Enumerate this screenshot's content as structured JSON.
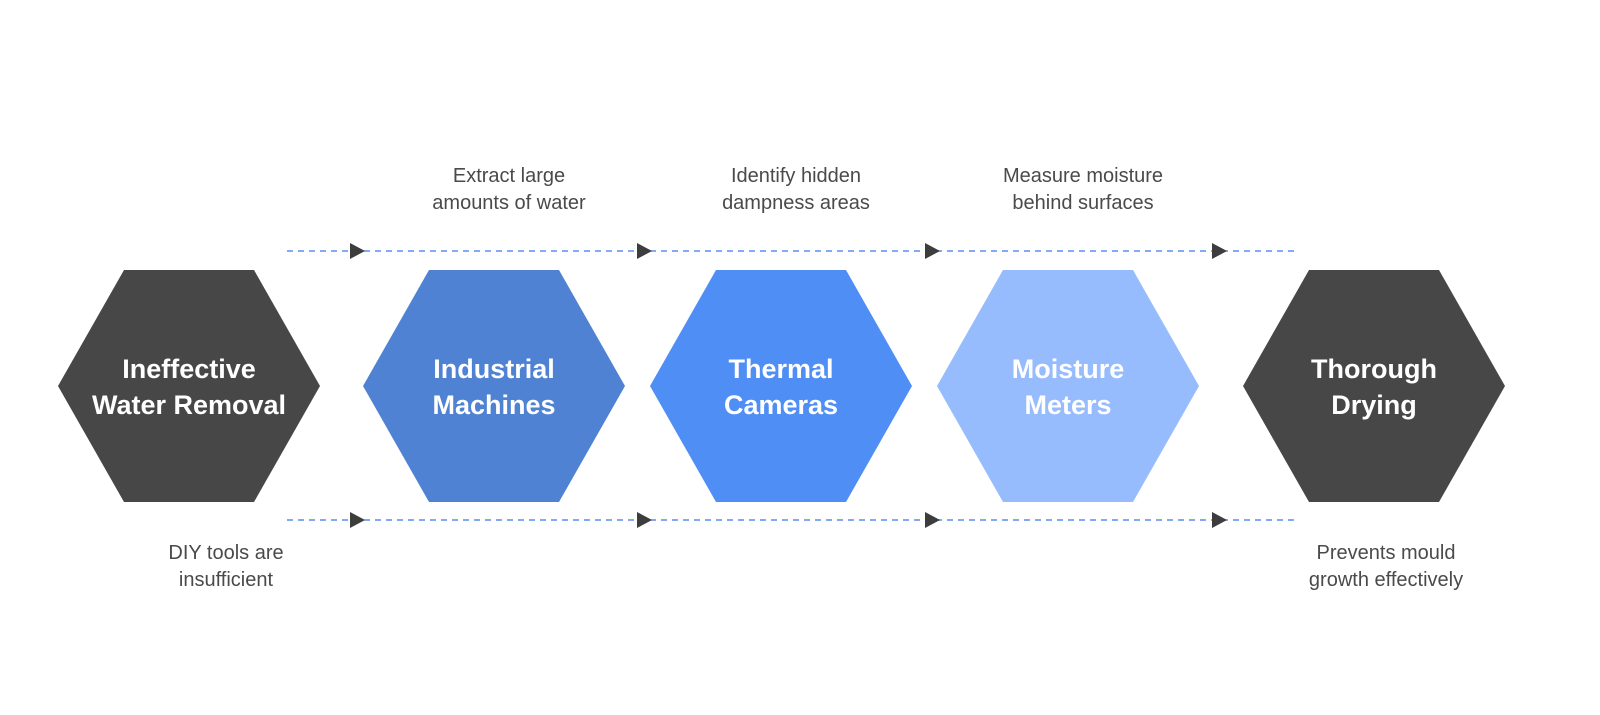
{
  "diagram": {
    "type": "process-flow",
    "steps": [
      {
        "id": "ineffective-water-removal",
        "lines": [
          "Ineffective",
          "Water Removal"
        ],
        "color": "#474747",
        "note_position": "below",
        "note": [
          "DIY tools are",
          "insufficient"
        ]
      },
      {
        "id": "industrial-machines",
        "lines": [
          "Industrial",
          "Machines"
        ],
        "color": "#5082d4",
        "note_position": "above",
        "note": [
          "Extract large",
          "amounts of water"
        ]
      },
      {
        "id": "thermal-cameras",
        "lines": [
          "Thermal",
          "Cameras"
        ],
        "color": "#4f8ef5",
        "note_position": "above",
        "note": [
          "Identify hidden",
          "dampness areas"
        ]
      },
      {
        "id": "moisture-meters",
        "lines": [
          "Moisture",
          "Meters"
        ],
        "color": "#96bcfd",
        "note_position": "above",
        "note": [
          "Measure moisture",
          "behind surfaces"
        ]
      },
      {
        "id": "thorough-drying",
        "lines": [
          "Thorough",
          "Drying"
        ],
        "color": "#474747",
        "note_position": "below",
        "note": [
          "Prevents mould",
          "growth effectively"
        ]
      }
    ],
    "connector_color": "#5b8def",
    "arrow_color": "#3d3d3d"
  }
}
